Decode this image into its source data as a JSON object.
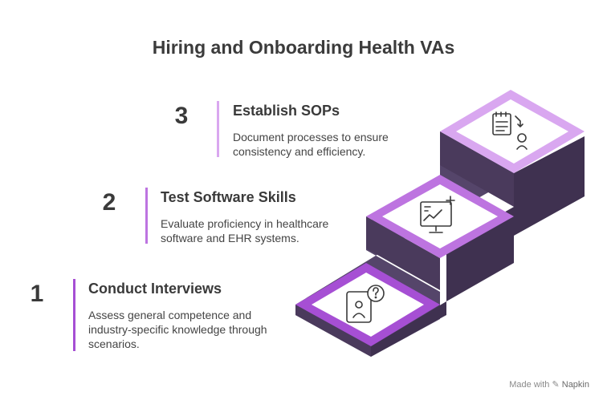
{
  "title": "Hiring and Onboarding Health VAs",
  "steps": [
    {
      "number": "1",
      "heading": "Conduct Interviews",
      "description": "Assess general competence and industry-specific knowledge through scenarios.",
      "icon": "interview-question-icon",
      "color": "#a64fd4"
    },
    {
      "number": "2",
      "heading": "Test Software Skills",
      "description": "Evaluate proficiency in healthcare software and EHR systems.",
      "icon": "monitor-chart-plus-icon",
      "color": "#bd74e0"
    },
    {
      "number": "3",
      "heading": "Establish SOPs",
      "description": "Document processes to ensure consistency and efficiency.",
      "icon": "checklist-person-icon",
      "color": "#d9a7f0"
    }
  ],
  "footer": {
    "made_with": "Made with",
    "brand": "Napkin"
  },
  "colors": {
    "stair_dark": "#4a3a5c",
    "stair_side": "#55456a"
  }
}
